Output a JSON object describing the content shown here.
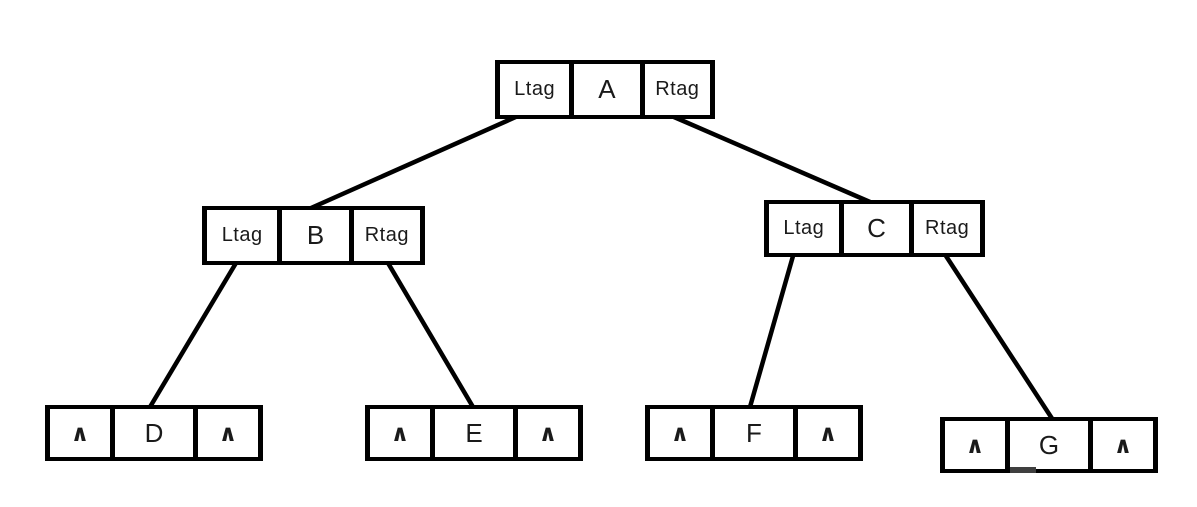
{
  "diagram": {
    "kind": "binary-tree-node-storage",
    "null_symbol": "∧",
    "colors": {
      "stroke": "#000000",
      "cell_fill": "#ffffff",
      "background": "#ffffff",
      "smudge": "#3f3f3f"
    },
    "nodes": [
      {
        "id": "A",
        "cells": [
          "Ltag",
          "A",
          "Rtag"
        ]
      },
      {
        "id": "B",
        "cells": [
          "Ltag",
          "B",
          "Rtag"
        ]
      },
      {
        "id": "C",
        "cells": [
          "Ltag",
          "C",
          "Rtag"
        ]
      },
      {
        "id": "D",
        "cells": [
          "∧",
          "D",
          "∧"
        ]
      },
      {
        "id": "E",
        "cells": [
          "∧",
          "E",
          "∧"
        ]
      },
      {
        "id": "F",
        "cells": [
          "∧",
          "F",
          "∧"
        ]
      },
      {
        "id": "G",
        "cells": [
          "∧",
          "G",
          "∧"
        ]
      }
    ],
    "edges": [
      {
        "from": "A",
        "to": "B"
      },
      {
        "from": "A",
        "to": "C"
      },
      {
        "from": "B",
        "to": "D"
      },
      {
        "from": "B",
        "to": "E"
      },
      {
        "from": "C",
        "to": "F"
      },
      {
        "from": "C",
        "to": "G"
      }
    ]
  }
}
